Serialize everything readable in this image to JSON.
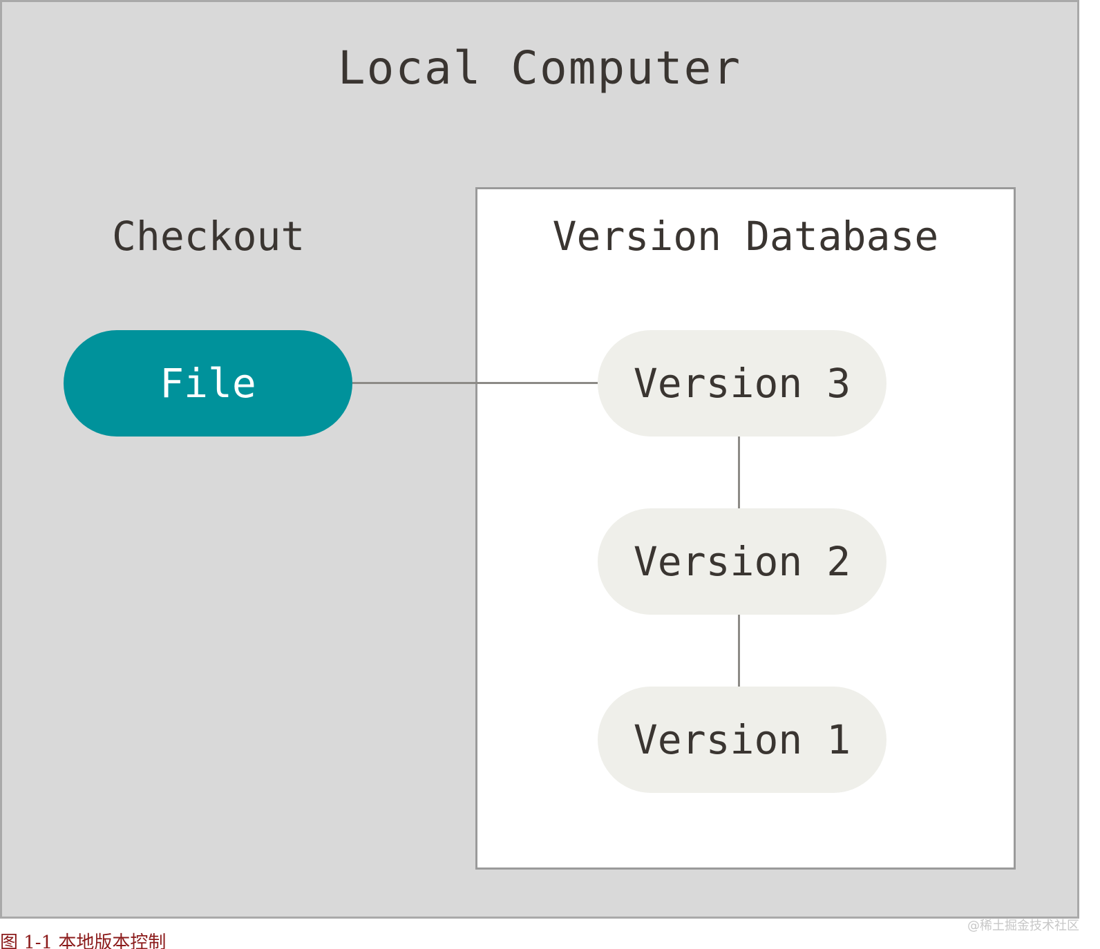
{
  "diagram": {
    "title": "Local Computer",
    "checkout_label": "Checkout",
    "file_label": "File",
    "database_label": "Version Database",
    "versions": [
      "Version 3",
      "Version 2",
      "Version 1"
    ]
  },
  "colors": {
    "outer_bg": "#d9d9d9",
    "file_pill": "#00929b",
    "version_pill": "#efefea",
    "database_bg": "#ffffff",
    "text": "#3a3531"
  },
  "caption": "图 1-1 本地版本控制",
  "watermark": "@稀土掘金技术社区"
}
